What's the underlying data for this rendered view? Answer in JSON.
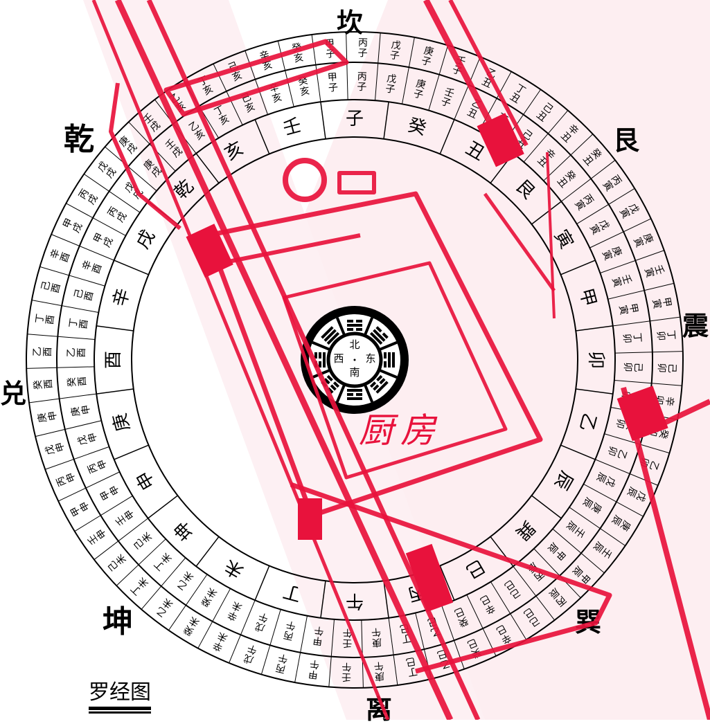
{
  "title": "罗经图",
  "room_label": "厨房",
  "trigram_labels": {
    "north": "坎",
    "northeast": "艮",
    "east": "震",
    "southeast": "巽",
    "south": "离",
    "southwest": "坤",
    "west": "兑",
    "northwest": "乾"
  },
  "center_directions": {
    "north": "北",
    "east": "东",
    "south": "南",
    "west": "西"
  },
  "mountains": [
    "子",
    "癸",
    "丑",
    "艮",
    "寅",
    "甲",
    "卯",
    "乙",
    "辰",
    "巽",
    "巳",
    "丙",
    "午",
    "丁",
    "未",
    "坤",
    "申",
    "庚",
    "酉",
    "辛",
    "戌",
    "乾",
    "亥",
    "壬"
  ],
  "jiazi": [
    "甲子",
    "丙子",
    "戊子",
    "庚子",
    "壬子",
    "乙丑",
    "丁丑",
    "己丑",
    "辛丑",
    "癸丑",
    "丙寅",
    "戊寅",
    "庚寅",
    "壬寅",
    "甲寅",
    "丁卯",
    "己卯",
    "辛卯",
    "癸卯",
    "乙卯",
    "戊辰",
    "庚辰",
    "壬辰",
    "甲辰",
    "丙辰",
    "己巳",
    "辛巳",
    "癸巳",
    "乙巳",
    "丁巳",
    "庚午",
    "壬午",
    "甲午",
    "丙午",
    "戊午",
    "辛未",
    "癸未",
    "乙未",
    "丁未",
    "己未",
    "壬申",
    "甲申",
    "丙申",
    "戊申",
    "庚申",
    "癸酉",
    "乙酉",
    "丁酉",
    "己酉",
    "辛酉",
    "甲戌",
    "丙戌",
    "戊戌",
    "庚戌",
    "壬戌",
    "乙亥",
    "丁亥",
    "己亥",
    "辛亥",
    "癸亥"
  ],
  "colors": {
    "overlay": "#e8123c",
    "wash": "#fbe3e8",
    "ink": "#000000"
  }
}
